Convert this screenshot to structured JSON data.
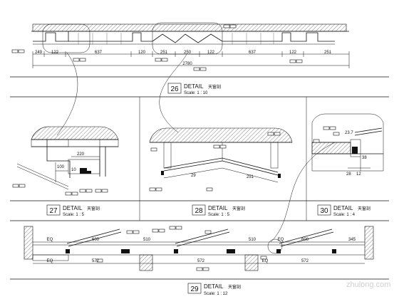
{
  "title_blocks": [
    {
      "id": "detail-26",
      "number": "26",
      "title": "DETAIL",
      "subtitle": "天窗剖",
      "scale": "Scale: 1 : 10"
    },
    {
      "id": "detail-27",
      "number": "27",
      "title": "DETAIL",
      "subtitle": "天窗剖",
      "scale": "Scale: 1 : 5"
    },
    {
      "id": "detail-28",
      "number": "28",
      "title": "DETAIL",
      "subtitle": "天窗剖",
      "scale": "Scale: 1 : 5"
    },
    {
      "id": "detail-30",
      "number": "30",
      "title": "DETAIL",
      "subtitle": "天窗剖",
      "scale": "Scale: 1 : 4"
    },
    {
      "id": "detail-29",
      "number": "29",
      "title": "DETAIL",
      "subtitle": "天窗剖",
      "scale": "Scale: 1 : 12"
    }
  ],
  "detail26_dims": {
    "top": [
      "249",
      "122",
      "637",
      "120",
      "251",
      "250",
      "122",
      "637",
      "122",
      "251"
    ],
    "bottom": "2780"
  },
  "detail27_dims": [
    "220",
    "100",
    "10"
  ],
  "detail28_dims": [
    "29",
    "251"
  ],
  "detail30_dims": [
    "23.7",
    "28",
    "12",
    "38"
  ],
  "detail29_dims": {
    "top": [
      "EQ",
      "600",
      "510",
      "510",
      "EQ",
      "600",
      "345"
    ],
    "bottom": [
      "EQ",
      "572",
      "572",
      "EQ",
      "572"
    ]
  },
  "watermark": "zhulong.com"
}
